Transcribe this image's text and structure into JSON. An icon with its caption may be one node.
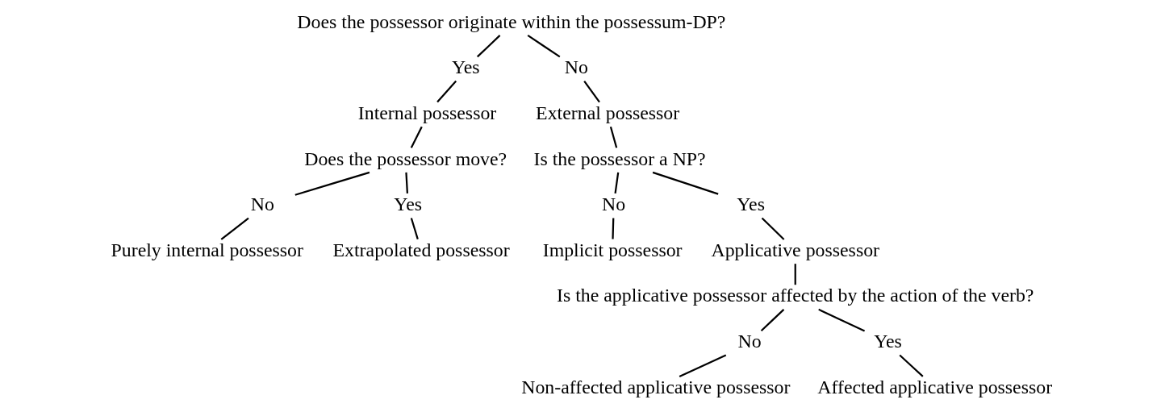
{
  "diagram": {
    "nodes": [
      {
        "text": [
          "Does the possessor originate within the possessum-DP?"
        ]
      },
      {
        "text": [
          "Yes"
        ]
      },
      {
        "text": [
          "No"
        ]
      },
      {
        "text": [
          "Internal possessor"
        ]
      },
      {
        "text": [
          "External possessor"
        ]
      },
      {
        "text": [
          "Does the possessor move?"
        ]
      },
      {
        "text": [
          "Is the possessor a NP?"
        ]
      },
      {
        "text": [
          "No"
        ]
      },
      {
        "text": [
          "Yes"
        ]
      },
      {
        "text": [
          "No"
        ]
      },
      {
        "text": [
          "Yes"
        ]
      },
      {
        "text": [
          "Purely internal possessor"
        ]
      },
      {
        "text": [
          "Extrapolated possessor"
        ]
      },
      {
        "text": [
          "Implicit possessor"
        ]
      },
      {
        "text": [
          "Applicative possessor"
        ]
      },
      {
        "text": [
          "Is the applicative possessor affected by the action of the verb?"
        ]
      },
      {
        "text": [
          "No"
        ]
      },
      {
        "text": [
          "Yes"
        ]
      },
      {
        "text": [
          "Non-affected applicative possessor"
        ]
      },
      {
        "text": [
          "Affected applicative possessor"
        ]
      }
    ],
    "edges": [
      {
        "from": 0,
        "to": 1,
        "arrow": "none"
      },
      {
        "from": 0,
        "to": 2,
        "arrow": "none"
      },
      {
        "from": 1,
        "to": 3,
        "arrow": "none"
      },
      {
        "from": 2,
        "to": 4,
        "arrow": "none"
      },
      {
        "from": 3,
        "to": 5,
        "arrow": "none"
      },
      {
        "from": 4,
        "to": 6,
        "arrow": "none"
      },
      {
        "from": 5,
        "to": 7,
        "arrow": "none"
      },
      {
        "from": 5,
        "to": 8,
        "arrow": "none"
      },
      {
        "from": 6,
        "to": 9,
        "arrow": "none"
      },
      {
        "from": 6,
        "to": 10,
        "arrow": "none"
      },
      {
        "from": 7,
        "to": 11,
        "arrow": "none"
      },
      {
        "from": 8,
        "to": 12,
        "arrow": "none"
      },
      {
        "from": 9,
        "to": 13,
        "arrow": "none"
      },
      {
        "from": 10,
        "to": 14,
        "arrow": "none"
      },
      {
        "from": 14,
        "to": 15,
        "arrow": "none"
      },
      {
        "from": 15,
        "to": 16,
        "arrow": "none"
      },
      {
        "from": 15,
        "to": 17,
        "arrow": "none"
      },
      {
        "from": 16,
        "to": 18,
        "arrow": "none"
      },
      {
        "from": 17,
        "to": 19,
        "arrow": "none"
      }
    ]
  }
}
